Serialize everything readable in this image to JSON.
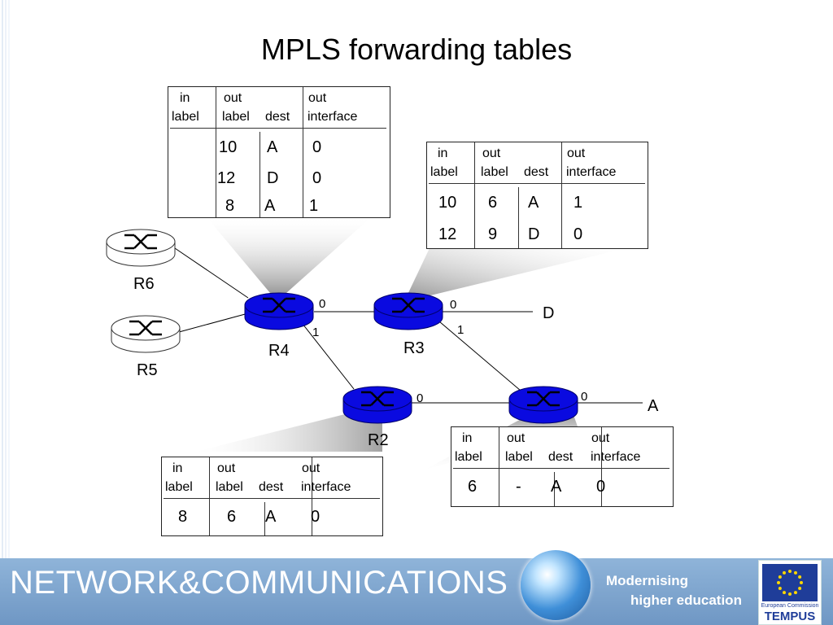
{
  "title": "MPLS forwarding tables",
  "table_headers": {
    "in1": "in",
    "in2": "label",
    "out1": "out",
    "out2": "label",
    "dest": "dest",
    "oif1": "out",
    "oif2": "interface"
  },
  "tables": {
    "r4": {
      "rows": [
        [
          "",
          "10",
          "A",
          "0"
        ],
        [
          "",
          "12",
          "D",
          "0"
        ],
        [
          "",
          "8",
          "A",
          "1"
        ]
      ]
    },
    "r3": {
      "rows": [
        [
          "10",
          "6",
          "A",
          "1"
        ],
        [
          "12",
          "9",
          "D",
          "0"
        ]
      ]
    },
    "r2": {
      "rows": [
        [
          "8",
          "6",
          "A",
          "0"
        ]
      ]
    },
    "r1": {
      "rows": [
        [
          "6",
          "-",
          "A",
          "0"
        ]
      ]
    }
  },
  "routers": {
    "r6": "R6",
    "r5": "R5",
    "r4": "R4",
    "r3": "R3",
    "r2": "R2"
  },
  "destinations": {
    "d": "D",
    "a": "A"
  },
  "ports": {
    "r4_0": "0",
    "r4_1": "1",
    "r3_0": "0",
    "r3_1": "1",
    "r2_0": "0",
    "r1_0": "0"
  },
  "footer": {
    "brand": "NETWORK&COMMUNICATIONS",
    "slogan_line1": "Modernising",
    "slogan_line2": "higher education",
    "eu_caption": "European Commission",
    "eu_program": "TEMPUS"
  },
  "colors": {
    "router_active": "#0a0ae0",
    "router_inactive": "#ffffff",
    "footer": "#7aa0cc"
  },
  "icons": [
    "router-icon",
    "globe-icon",
    "eu-flag-icon"
  ]
}
